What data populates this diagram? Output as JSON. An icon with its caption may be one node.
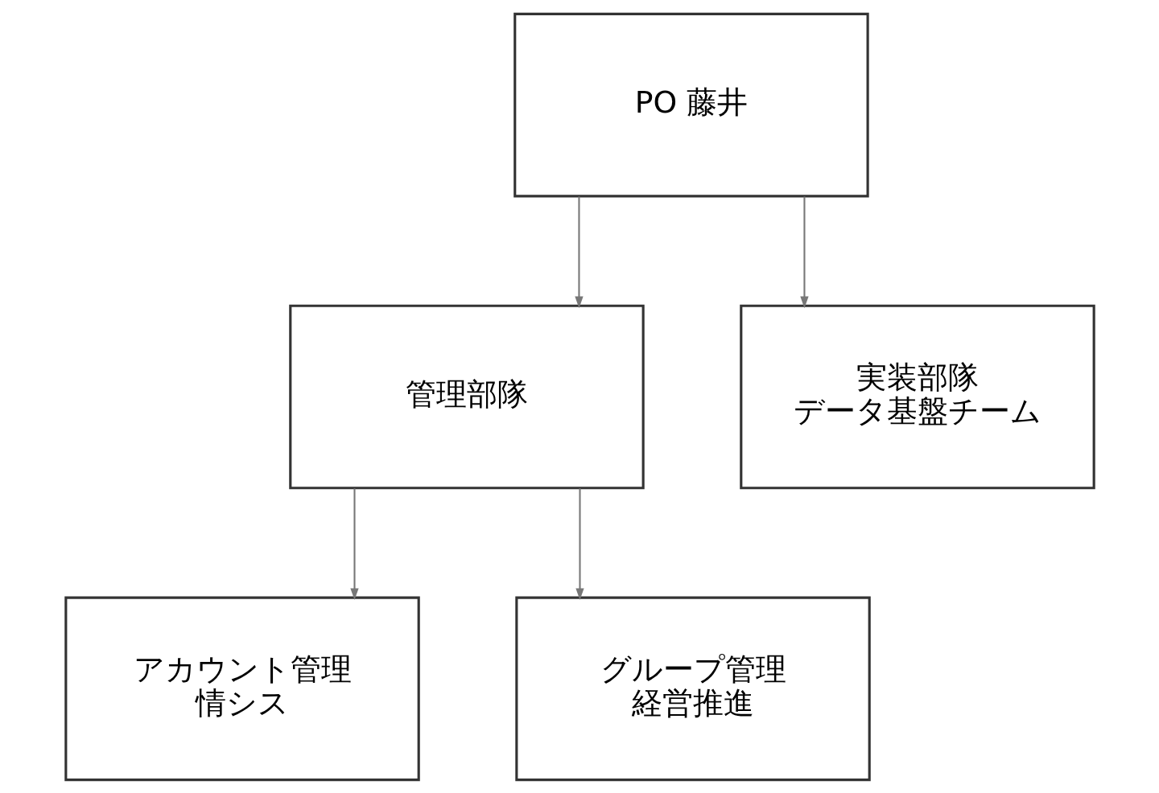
{
  "diagram": {
    "nodes": [
      {
        "text": [
          "PO 藤井"
        ]
      },
      {
        "text": [
          "管理部隊"
        ]
      },
      {
        "text": [
          "実装部隊",
          "データ基盤チーム"
        ]
      },
      {
        "text": [
          "アカウント管理",
          "情シス"
        ]
      },
      {
        "text": [
          "グループ管理",
          "経営推進"
        ]
      }
    ],
    "edges": [
      {
        "from": 0,
        "to": 1,
        "arrow": "to"
      },
      {
        "from": 0,
        "to": 2,
        "arrow": "to"
      },
      {
        "from": 1,
        "to": 3,
        "arrow": "to"
      },
      {
        "from": 1,
        "to": 4,
        "arrow": "to"
      }
    ]
  }
}
